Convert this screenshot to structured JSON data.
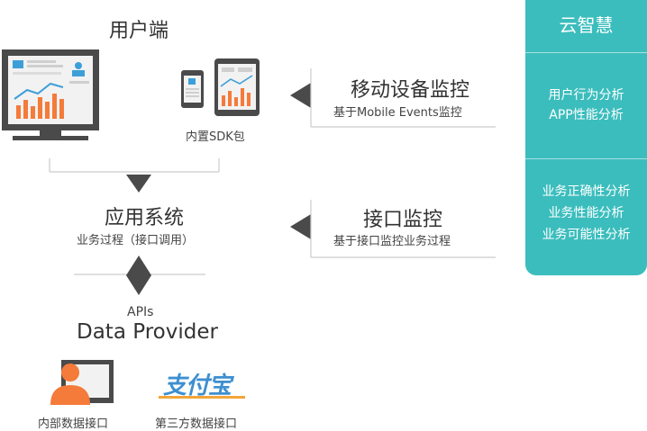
{
  "client": {
    "title": "用户端",
    "sdk_label": "内置SDK包"
  },
  "mobile_monitor": {
    "title": "移动设备监控",
    "subtitle": "基于Mobile Events监控"
  },
  "app_system": {
    "title": "应用系统",
    "subtitle": "业务过程（接口调用）"
  },
  "api_monitor": {
    "title": "接口监控",
    "subtitle": "基于接口监控业务过程"
  },
  "provider": {
    "apis": "APIs",
    "title": "Data Provider",
    "internal_label": "内部数据接口",
    "third_party_label": "第三方数据接口",
    "third_party_logo_text": "支付宝"
  },
  "cloud": {
    "title": "云智慧",
    "group1": [
      "用户行为分析",
      "APP性能分析"
    ],
    "group2": [
      "业务正确性分析",
      "业务性能分析",
      "业务可能性分析"
    ]
  },
  "colors": {
    "teal": "#3cbdbd",
    "orange": "#f47b3a",
    "blue": "#3d9fd8",
    "dark": "#4a4a4a",
    "gray_line": "#cccccc"
  }
}
